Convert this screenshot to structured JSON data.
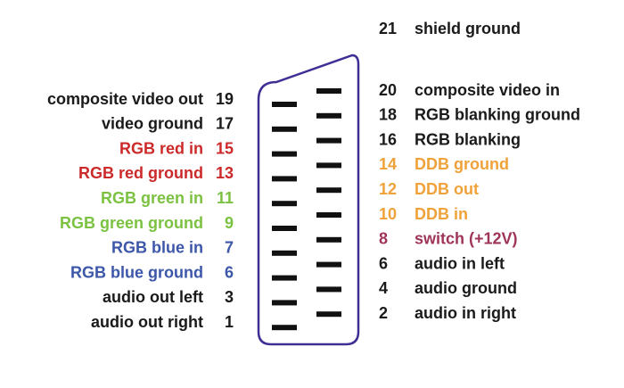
{
  "colors": {
    "default": "#1a1a1a",
    "red": "#cc2a2a",
    "green": "#7cc242",
    "blue": "#3c56a8",
    "orange": "#f0a23a",
    "maroon": "#9e3459",
    "outline": "#3e2f94",
    "pin": "#111111"
  },
  "left_pins": [
    {
      "label": "composite video out",
      "number": "19",
      "color": "default"
    },
    {
      "label": "video ground",
      "number": "17",
      "color": "default"
    },
    {
      "label": "RGB red in",
      "number": "15",
      "color": "red"
    },
    {
      "label": "RGB red ground",
      "number": "13",
      "color": "red"
    },
    {
      "label": "RGB green in",
      "number": "11",
      "color": "green"
    },
    {
      "label": "RGB green ground",
      "number": "9",
      "color": "green"
    },
    {
      "label": "RGB blue in",
      "number": "7",
      "color": "blue"
    },
    {
      "label": "RGB blue ground",
      "number": "6",
      "color": "blue"
    },
    {
      "label": "audio out left",
      "number": "3",
      "color": "default"
    },
    {
      "label": "audio out right",
      "number": "1",
      "color": "default"
    }
  ],
  "right_pins": [
    {
      "label": "shield ground",
      "number": "21",
      "color": "default"
    },
    {
      "label": "composite video in",
      "number": "20",
      "color": "default"
    },
    {
      "label": "RGB blanking ground",
      "number": "18",
      "color": "default"
    },
    {
      "label": "RGB blanking",
      "number": "16",
      "color": "default"
    },
    {
      "label": "DDB ground",
      "number": "14",
      "color": "orange"
    },
    {
      "label": "DDB out",
      "number": "12",
      "color": "orange"
    },
    {
      "label": "DDB in",
      "number": "10",
      "color": "orange"
    },
    {
      "label": "switch (+12V)",
      "number": "8",
      "color": "maroon"
    },
    {
      "label": "audio in left",
      "number": "6",
      "color": "default"
    },
    {
      "label": "audio ground",
      "number": "4",
      "color": "default"
    },
    {
      "label": "audio in right",
      "number": "2",
      "color": "default"
    }
  ]
}
